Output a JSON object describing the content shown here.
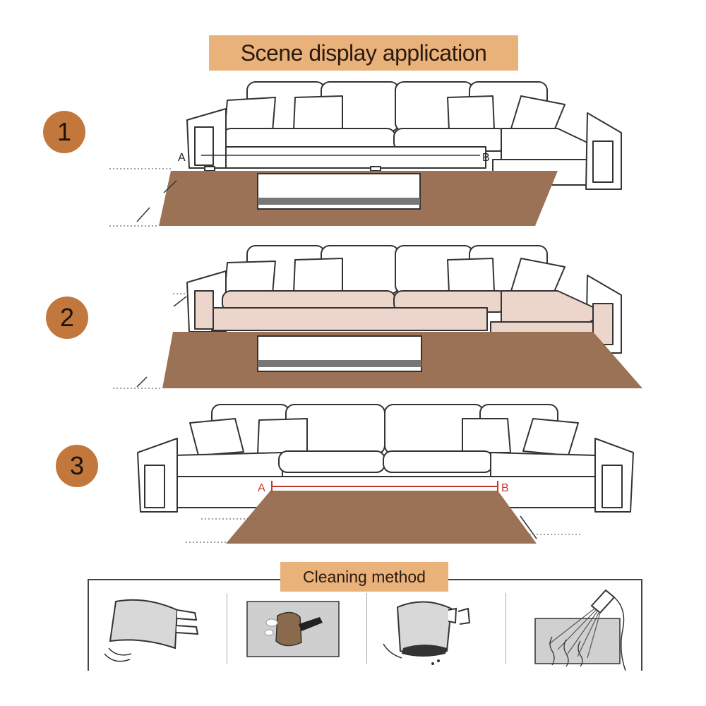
{
  "header": {
    "title": "Scene display application"
  },
  "steps": [
    {
      "number": "1",
      "label_a": "A",
      "label_b": "B"
    },
    {
      "number": "2"
    },
    {
      "number": "3",
      "label_a": "A",
      "label_b": "B"
    }
  ],
  "cleaning": {
    "title": "Cleaning method",
    "methods": [
      {
        "icon": "shake-rug-icon"
      },
      {
        "icon": "brush-rug-icon"
      },
      {
        "icon": "hand-wash-icon"
      },
      {
        "icon": "shower-rinse-icon"
      }
    ]
  },
  "colors": {
    "banner": "#e8b27a",
    "badge": "#c2783c",
    "rug": "#9b7255",
    "cover_pink": "#ecd6cb",
    "line_red": "#c0392b"
  }
}
